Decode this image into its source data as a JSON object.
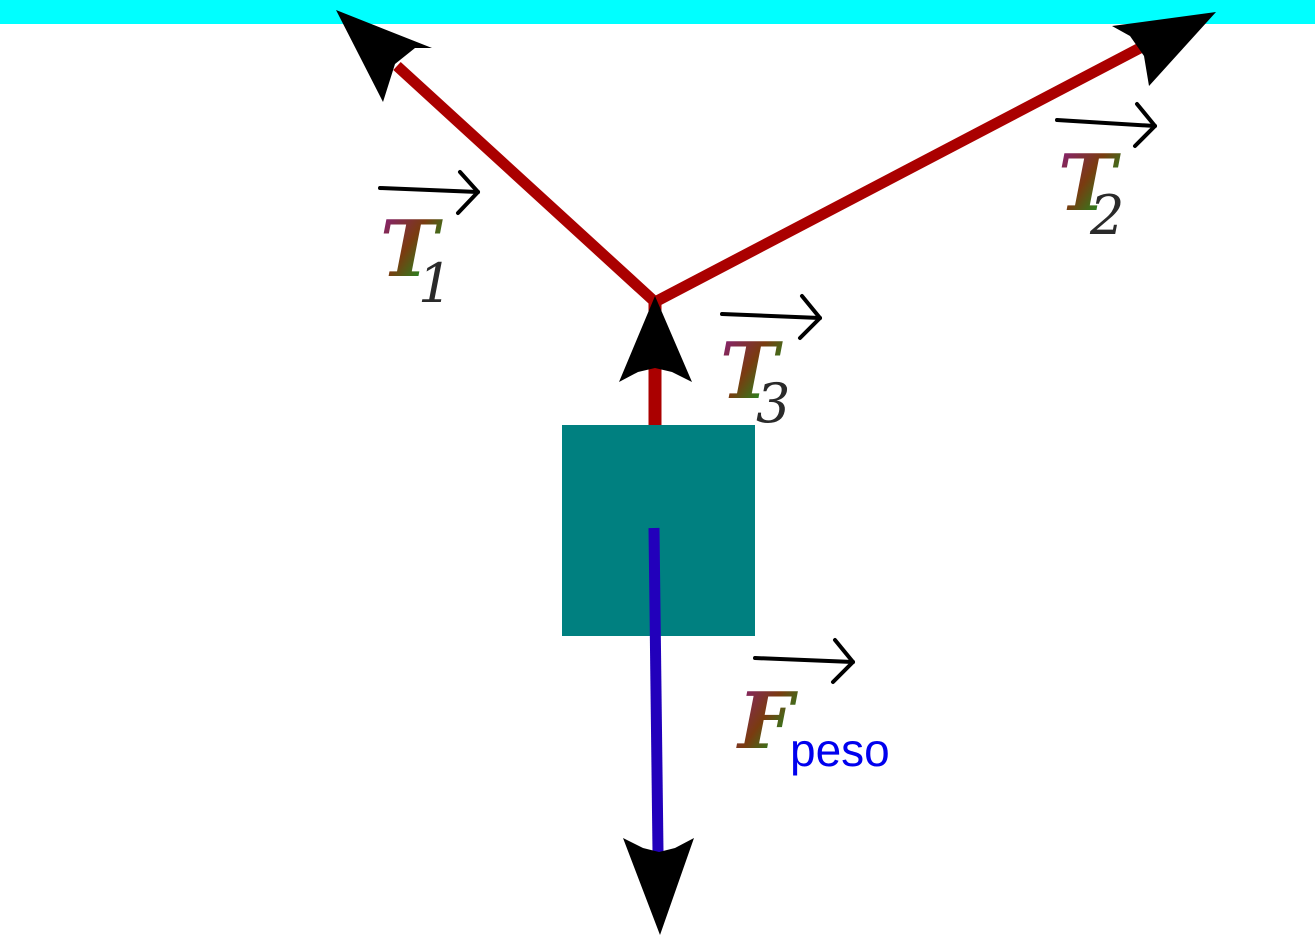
{
  "ceiling": {
    "color": "#00FFFF"
  },
  "block": {
    "color": "#008080"
  },
  "colors": {
    "rope": "#AA0000",
    "weight_vector": "#2200BB",
    "arrowhead": "#000000",
    "vector_letter": "#6B1A6B",
    "vector_letter_accent": "#2E7D1E",
    "subscript_dark": "#2A2A2A",
    "peso_subscript": "#0000EE"
  },
  "labels": {
    "t1": {
      "letter": "T",
      "subscript": "1",
      "arrow_icon": "vector-arrow-icon"
    },
    "t2": {
      "letter": "T",
      "subscript": "2",
      "arrow_icon": "vector-arrow-icon"
    },
    "t3": {
      "letter": "T",
      "subscript": "3",
      "arrow_icon": "vector-arrow-icon"
    },
    "f_peso": {
      "letter": "F",
      "subscript": "peso",
      "arrow_icon": "vector-arrow-icon"
    }
  }
}
